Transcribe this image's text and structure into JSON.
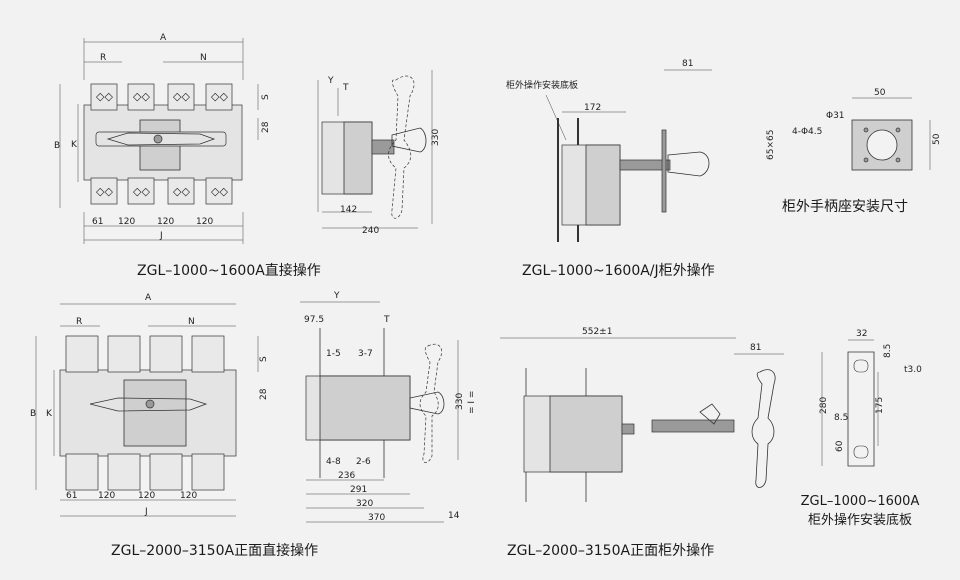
{
  "captions": {
    "d1": "ZGL–1000~1600A直接操作",
    "d2": "ZGL–1000~1600A/J柜外操作",
    "d3": "ZGL–2000–3150A正面直接操作",
    "d4": "ZGL–2000–3150A正面柜外操作",
    "mount_size": "柜外手柄座安装尺寸",
    "plate_line1": "ZGL–1000~1600A",
    "plate_line2": "柜外操作安装底板"
  },
  "labels": {
    "A": "A",
    "R": "R",
    "N": "N",
    "B": "B",
    "K": "K",
    "S": "S",
    "J": "J",
    "Y": "Y",
    "T": "T",
    "d28": "28",
    "d61": "61",
    "d120": "120",
    "d142": "142",
    "d240": "240",
    "d330": "330",
    "d81": "81",
    "d172": "172",
    "panel_note": "柜外操作安装底板",
    "d50": "50",
    "phi31": "Φ31",
    "holes": "4-Φ4.5",
    "sq": "65×65",
    "d975": "97.5",
    "p15": "1-5",
    "p37": "3-7",
    "p48": "4-8",
    "p26": "2-6",
    "d236": "236",
    "d291": "291",
    "d320": "320",
    "d370": "370",
    "d14": "14",
    "eq": "= I =",
    "d552": "552±1",
    "d32": "32",
    "d85": "8.5",
    "t30": "t3.0",
    "d280": "280",
    "d175": "175",
    "d60": "60"
  }
}
